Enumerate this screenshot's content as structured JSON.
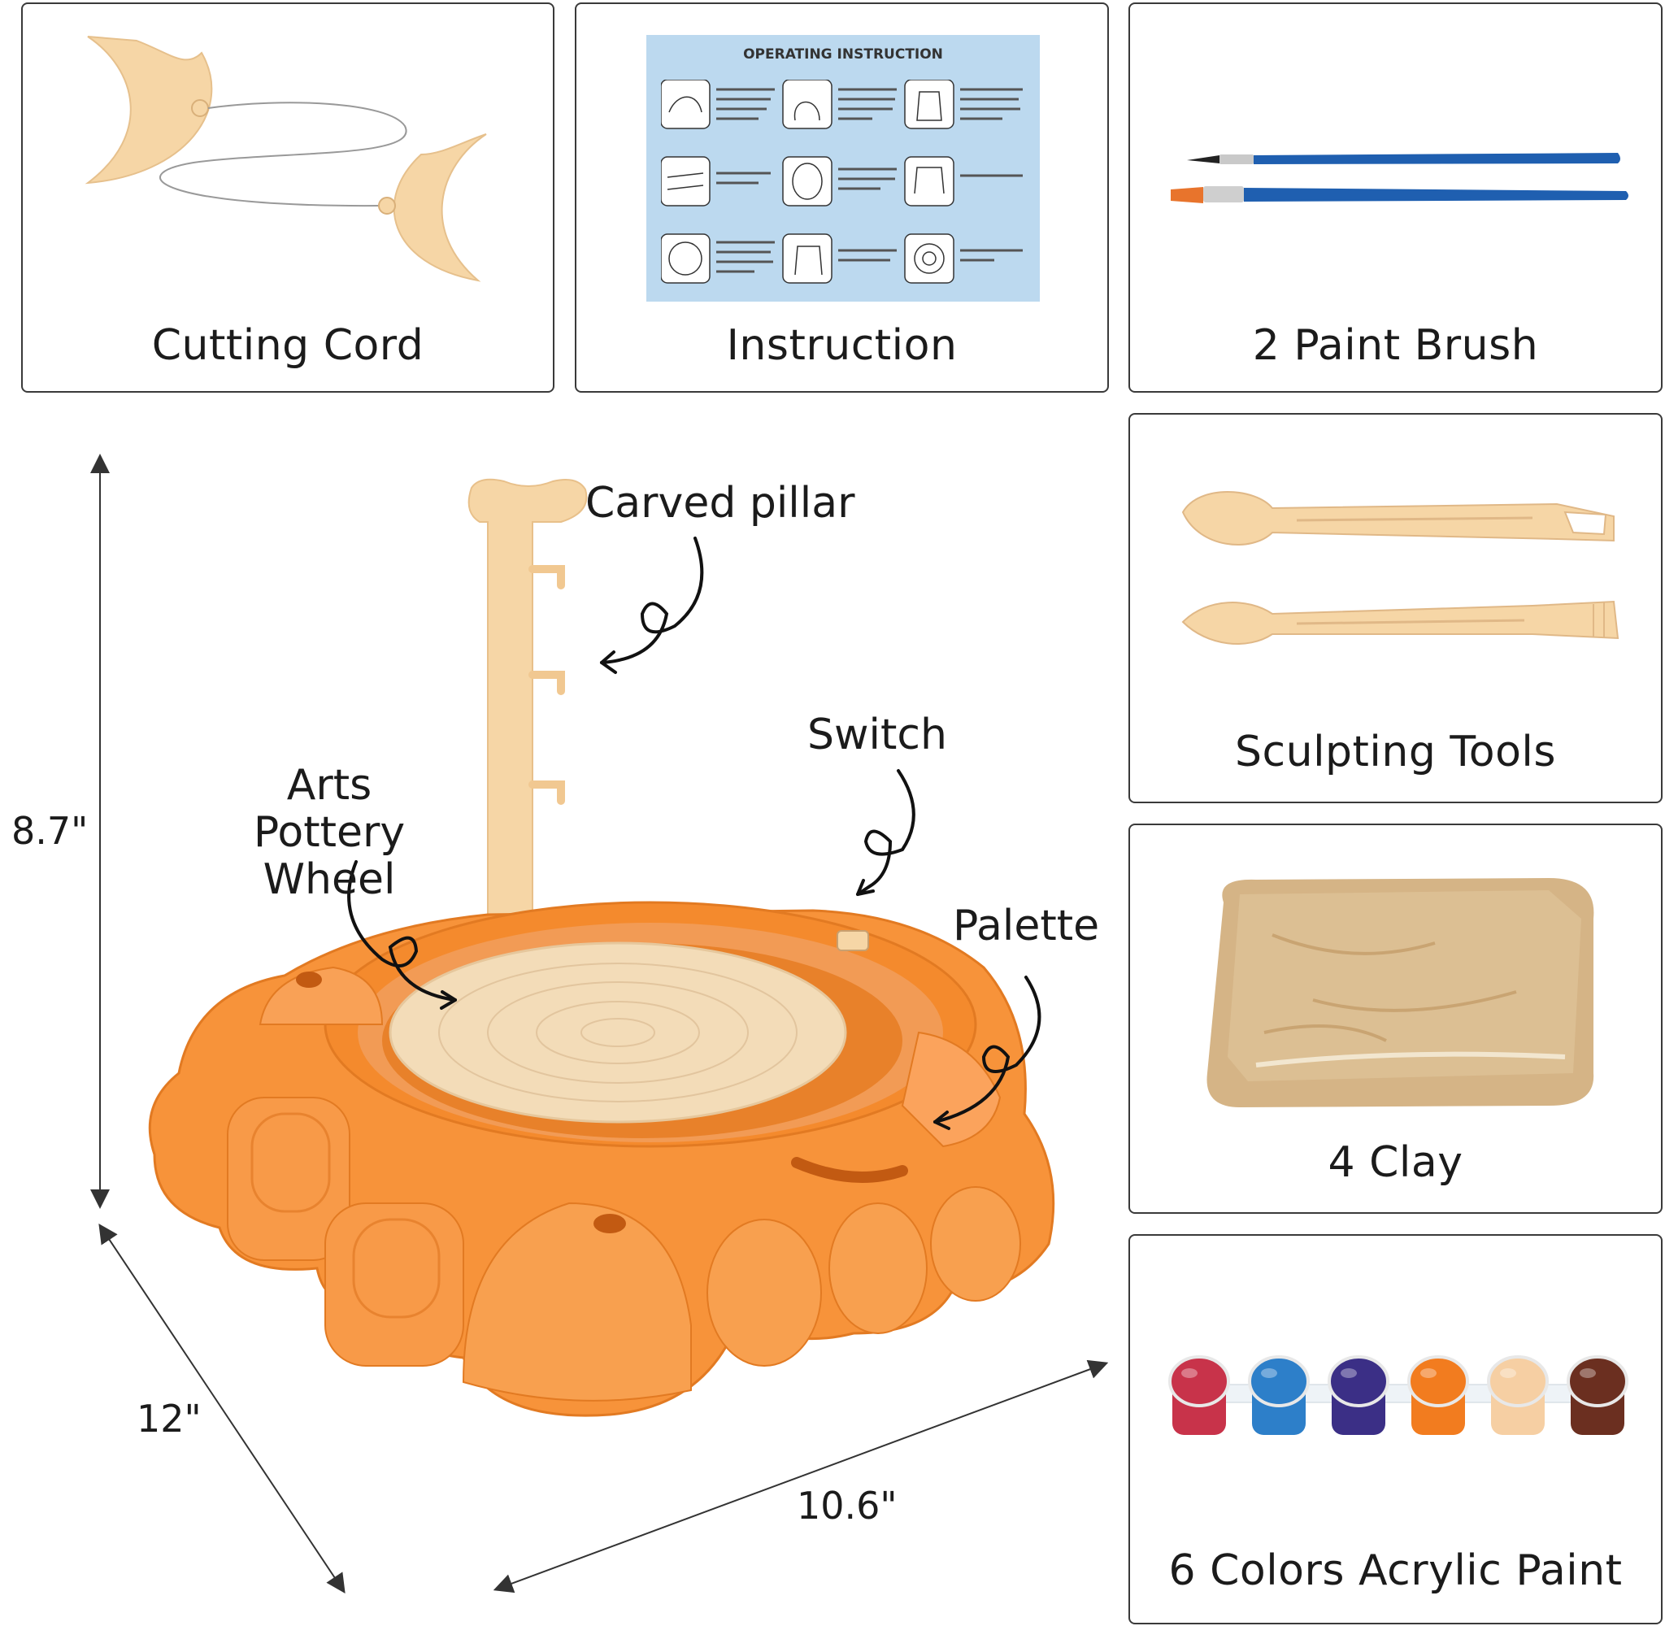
{
  "cards": {
    "cutting_cord": {
      "label": "Cutting Cord"
    },
    "instruction": {
      "label": "Instruction",
      "sheet_title": "OPERATING INSTRUCTION"
    },
    "paint_brush": {
      "label": "2 Paint Brush"
    },
    "sculpting_tools": {
      "label": "Sculpting Tools"
    },
    "clay": {
      "label": "4 Clay"
    },
    "acrylic_paint": {
      "label": "6 Colors Acrylic Paint"
    }
  },
  "callouts": {
    "carved_pillar": "Carved pillar",
    "switch": "Switch",
    "arts_pottery_wheel": "Arts Pottery Wheel",
    "palette": "Palette"
  },
  "dimensions": {
    "height": "8.7\"",
    "depth": "12\"",
    "width": "10.6\""
  },
  "colors": {
    "wheel_orange": "#f7933a",
    "wheel_orange_dark": "#e27a22",
    "plate_beige": "#f3dcb8",
    "tool_beige": "#f6d6a6",
    "sheet_blue": "#bcd9ef",
    "brush_blue": "#1f5fb0"
  },
  "paint_pots": [
    {
      "name": "red",
      "color": "#c8334a"
    },
    {
      "name": "blue",
      "color": "#2d7fc9"
    },
    {
      "name": "purple",
      "color": "#3b2f86"
    },
    {
      "name": "orange",
      "color": "#f27c1f"
    },
    {
      "name": "peach",
      "color": "#f6cfa3"
    },
    {
      "name": "brown",
      "color": "#6b2f20"
    }
  ]
}
